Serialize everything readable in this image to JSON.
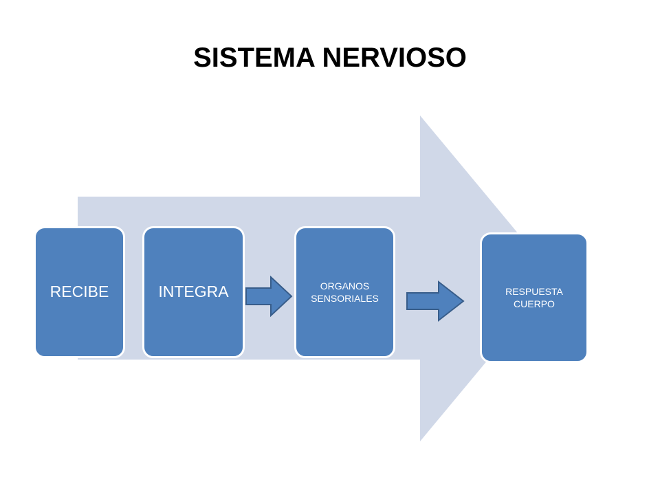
{
  "slide": {
    "title": "SISTEMA NERVIOSO"
  },
  "diagram": {
    "type": "process-flow",
    "background_arrow_color": "#d0d8e8",
    "box_color": "#4f81bd",
    "connector_arrow_color": "#4f81bd",
    "steps": [
      {
        "label": "RECIBE"
      },
      {
        "label": "INTEGRA"
      },
      {
        "label": "ORGANOS SENSORIALES"
      },
      {
        "label": "RESPUESTA CUERPO"
      }
    ]
  }
}
